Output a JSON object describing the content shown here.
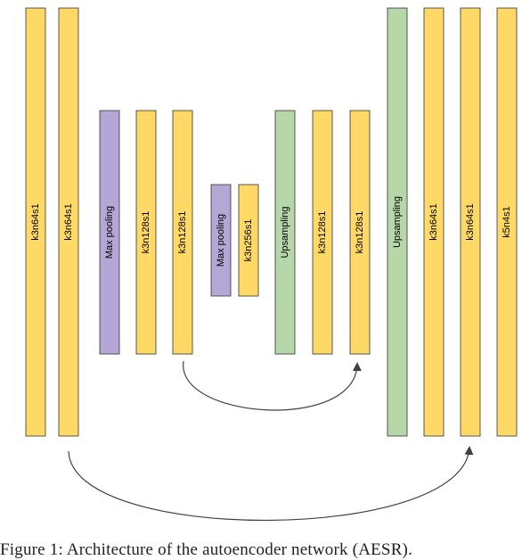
{
  "colors": {
    "conv": "#ffd966",
    "pool": "#b4a7d6",
    "upsample": "#b6d7a8",
    "stroke": "#333333",
    "arrow": "#404040"
  },
  "layers": [
    {
      "label": "k3n64s1",
      "kind": "conv"
    },
    {
      "label": "k3n64s1",
      "kind": "conv"
    },
    {
      "label": "Max pooling",
      "kind": "pool"
    },
    {
      "label": "k3n128s1",
      "kind": "conv"
    },
    {
      "label": "k3n128s1",
      "kind": "conv"
    },
    {
      "label": "Max pooling",
      "kind": "pool"
    },
    {
      "label": "k3n256s1",
      "kind": "conv"
    },
    {
      "label": "Upsampling",
      "kind": "upsample"
    },
    {
      "label": "k3n128s1",
      "kind": "conv"
    },
    {
      "label": "k3n128s1",
      "kind": "conv"
    },
    {
      "label": "Upsampling",
      "kind": "upsample"
    },
    {
      "label": "k3n64s1",
      "kind": "conv"
    },
    {
      "label": "k3n64s1",
      "kind": "conv"
    },
    {
      "label": "k5n4s1",
      "kind": "conv"
    }
  ],
  "skip_connections": [
    {
      "from_layer": 4,
      "to_layer": 9
    },
    {
      "from_layer": 1,
      "to_layer": 12
    }
  ],
  "caption": "Figure 1: Architecture of the autoencoder network (AESR)."
}
